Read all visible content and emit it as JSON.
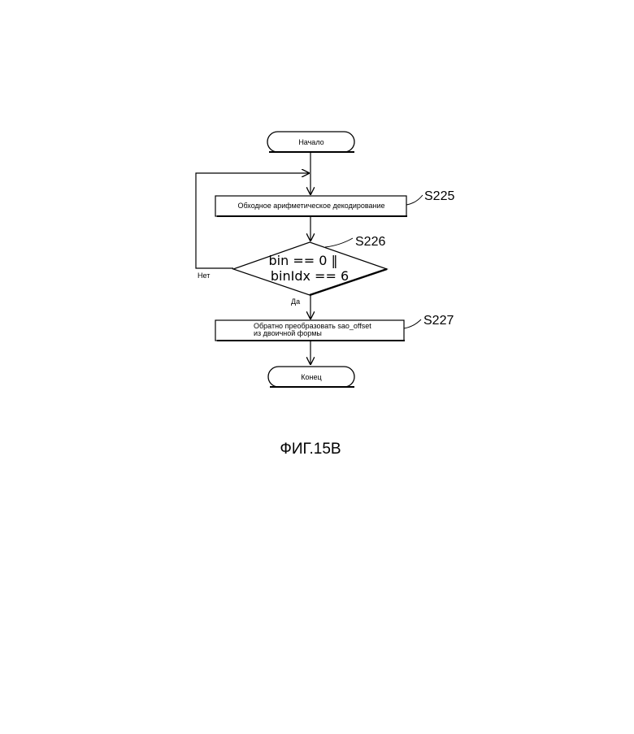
{
  "diagram": {
    "start": {
      "label": "Начало"
    },
    "end": {
      "label": "Конец"
    },
    "step_s225": {
      "id": "S225",
      "label": "Обходное арифметическое декодирование"
    },
    "step_s226": {
      "id": "S226",
      "condition_line1": "bin == 0 ‖",
      "condition_line2": "binIdx == 6"
    },
    "step_s227": {
      "id": "S227",
      "label_line1": "Обратно преобразовать sao_offset",
      "label_line2": "из двоичной формы"
    },
    "edges": {
      "no_label": "Нет",
      "yes_label": "Да"
    }
  },
  "figure": {
    "caption": "ФИГ.15В"
  }
}
